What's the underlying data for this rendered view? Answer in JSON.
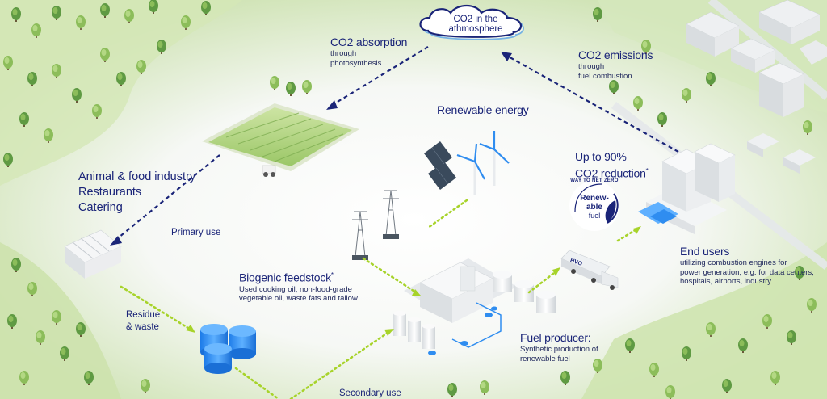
{
  "cloud": {
    "line1": "CO2 in the",
    "line2": "athmosphere"
  },
  "absorption": {
    "title": "CO2 absorption",
    "sub1": "through",
    "sub2": "photosynthesis"
  },
  "emissions": {
    "title": "CO2 emissions",
    "sub1": "through",
    "sub2": "fuel combustion"
  },
  "renewable_energy": {
    "title": "Renewable energy"
  },
  "reduction": {
    "line1": "Up to 90%",
    "line2": "CO2 reduction",
    "mark": "*"
  },
  "badge": {
    "arc": "WAY TO NET ZERO",
    "line1": "Renew-",
    "line2": "able",
    "line3": "fuel"
  },
  "industry": {
    "line1": "Animal & food industry",
    "line2": "Restaurants",
    "line3": "Catering"
  },
  "primary_use": "Primary use",
  "residue": {
    "line1": "Residue",
    "line2": "& waste"
  },
  "feedstock": {
    "title": "Biogenic feedstock",
    "mark": "*",
    "sub1": "Used cooking oil, non-food-grade",
    "sub2": "vegetable oil, waste fats and tallow"
  },
  "fuel_producer": {
    "title": "Fuel producer:",
    "sub1": "Synthetic production of",
    "sub2": "renewable fuel"
  },
  "end_users": {
    "title": "End users",
    "sub1": "utilizing combustion engines for",
    "sub2": "power generation, e.g. for data centers,",
    "sub3": "hospitals, airports, industry"
  },
  "secondary_use": "Secondary use",
  "truck_label": "HVO",
  "colors": {
    "navy": "#1a2478",
    "green_dots": "#a7d32a",
    "tank_blue": "#2f8df0",
    "grass": "#8fc060"
  }
}
